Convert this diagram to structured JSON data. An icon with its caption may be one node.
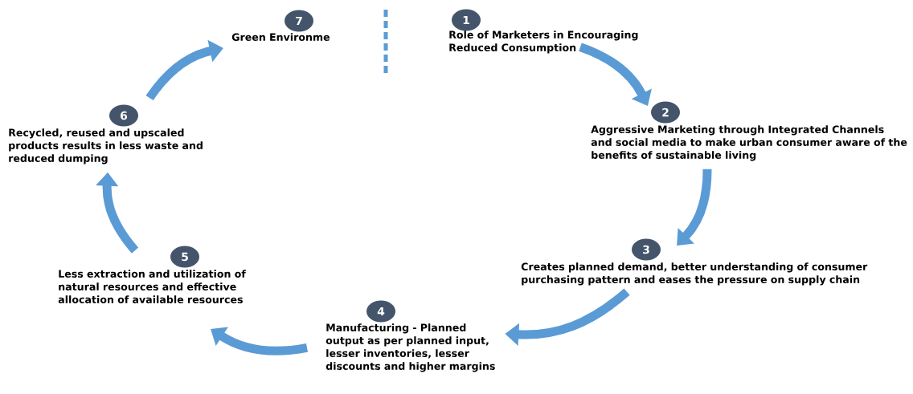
{
  "diagram": {
    "nodes": [
      {
        "text": [
          "1",
          "Role of Marketers in Encouraging Reduced Consumption"
        ]
      },
      {
        "text": [
          "2",
          "Aggressive Marketing through Integrated Channels and social media to make urban consumer aware of the benefits of sustainable living"
        ]
      },
      {
        "text": [
          "3",
          "Creates planned demand, better understanding of consumer purchasing pattern and eases the pressure on supply chain"
        ]
      },
      {
        "text": [
          "4",
          "Manufacturing - Planned output as per planned input, lesser inventories, lesser discounts and higher margins"
        ]
      },
      {
        "text": [
          "5",
          "Less extraction and utilization of natural resources and effective allocation of available resources"
        ]
      },
      {
        "text": [
          "6",
          "Recycled, reused and upscaled products results in less waste and reduced dumping"
        ]
      },
      {
        "text": [
          "7",
          "Green Environme"
        ]
      }
    ],
    "edges": [
      {
        "from": 0,
        "to": 1,
        "arrow": "to"
      },
      {
        "from": 1,
        "to": 2,
        "arrow": "to"
      },
      {
        "from": 2,
        "to": 3,
        "arrow": "to"
      },
      {
        "from": 3,
        "to": 4,
        "arrow": "to"
      },
      {
        "from": 4,
        "to": 5,
        "arrow": "to"
      },
      {
        "from": 5,
        "to": 6,
        "arrow": "to"
      }
    ]
  }
}
